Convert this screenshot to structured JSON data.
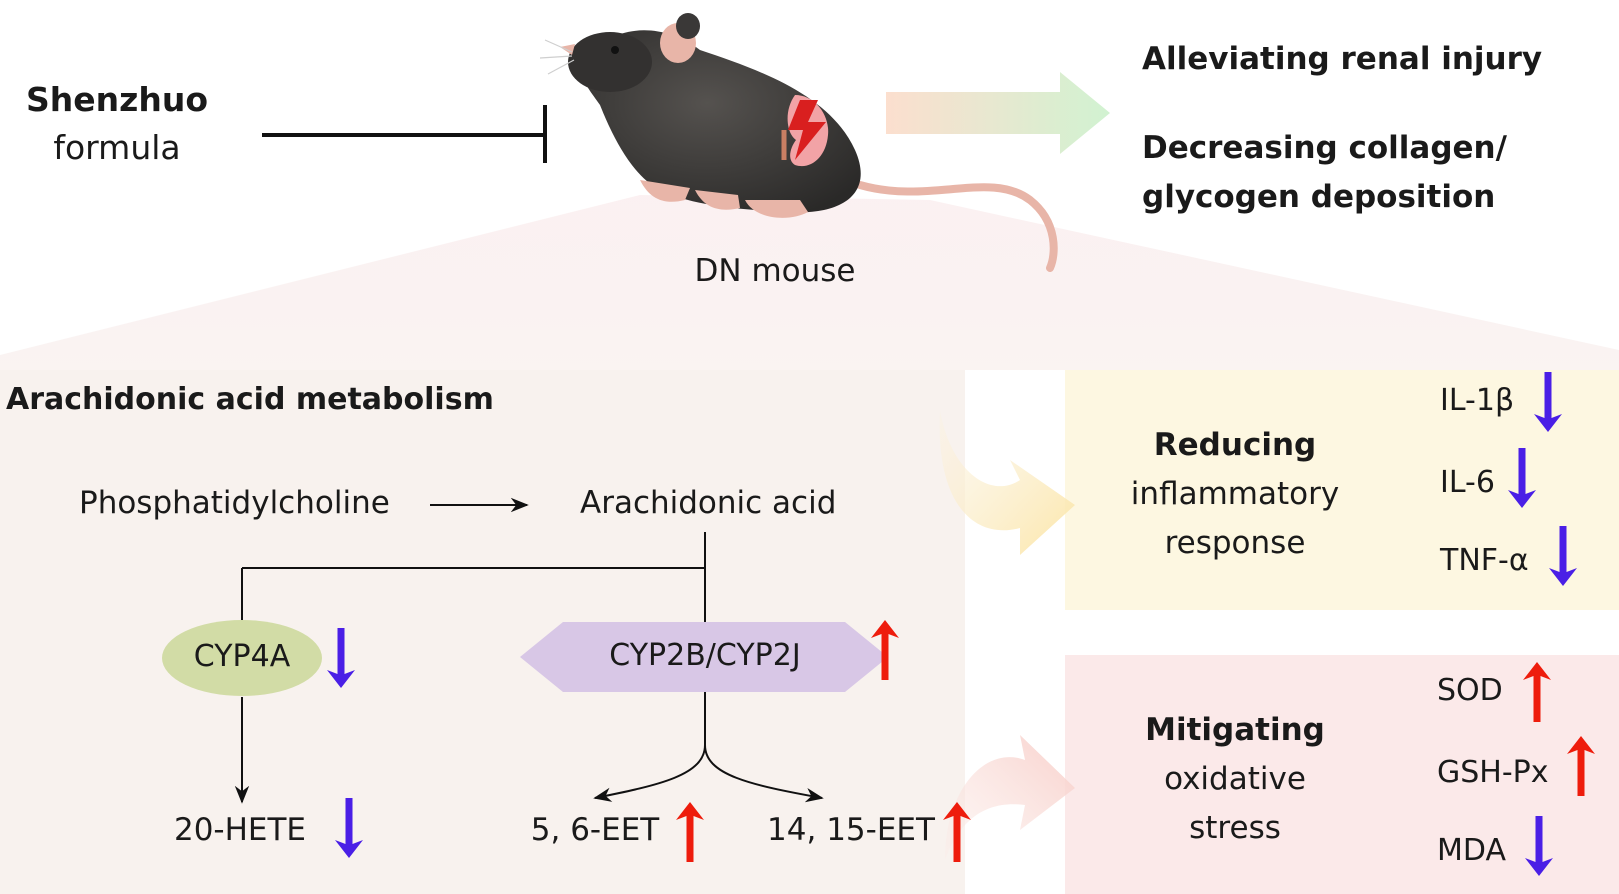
{
  "top": {
    "inhibitor_line1": "Shenzhuo",
    "inhibitor_line2": "formula",
    "subject_label": "DN mouse",
    "outcome1": "Alleviating renal injury",
    "outcome2_line1": "Decreasing collagen/",
    "outcome2_line2": "glycogen deposition"
  },
  "pathway": {
    "title": "Arachidonic acid metabolism",
    "substrate": "Phosphatidylcholine",
    "product": "Arachidonic acid",
    "enzyme_left": {
      "label": "CYP4A",
      "trend": "down"
    },
    "enzyme_right": {
      "label": "CYP2B/CYP2J",
      "trend": "up"
    },
    "metabolites": [
      {
        "label": "20-HETE",
        "trend": "down"
      },
      {
        "label": "5, 6-EET",
        "trend": "up"
      },
      {
        "label": "14, 15-EET",
        "trend": "up"
      }
    ]
  },
  "effects": [
    {
      "line1": "Reducing",
      "line2": "inflammatory",
      "line3": "response",
      "markers": [
        {
          "label": "IL-1β",
          "trend": "down"
        },
        {
          "label": "IL-6",
          "trend": "down"
        },
        {
          "label": "TNF-α",
          "trend": "down"
        }
      ]
    },
    {
      "line1": "Mitigating",
      "line2": "oxidative",
      "line3": "stress",
      "markers": [
        {
          "label": "SOD",
          "trend": "up"
        },
        {
          "label": "GSH-Px",
          "trend": "up"
        },
        {
          "label": "MDA",
          "trend": "down"
        }
      ]
    }
  ],
  "colors": {
    "up_arrow": "#ee1c0c",
    "down_arrow": "#4a1fe6",
    "cyp4a_fill": "#d2dca6",
    "cyp2_fill": "#d8c7e6",
    "inflammation_bg": "#fdf7e1",
    "oxidative_bg": "#fbe9e9",
    "pathway_bg": "#f8f2ee"
  }
}
